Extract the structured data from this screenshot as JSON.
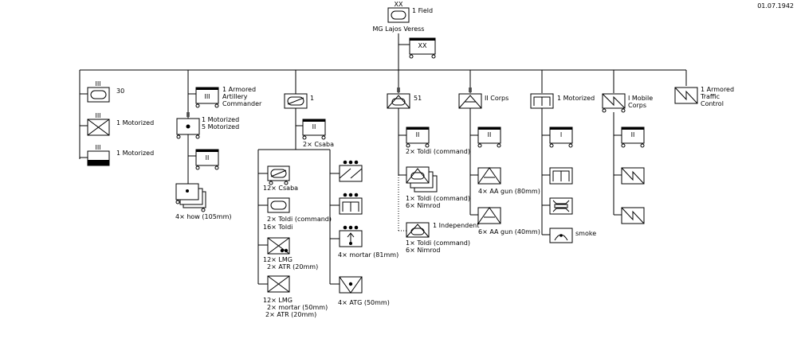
{
  "date": "01.07.1942",
  "hq": {
    "size": "XX",
    "name": "1 Field",
    "commander": "MG  Lajos Veress",
    "staff_size": "XX"
  },
  "col_recon": {
    "size": "III",
    "units": [
      {
        "label": "30"
      },
      {
        "label": "1 Motorized"
      },
      {
        "label": "1 Motorized"
      }
    ]
  },
  "col_artillery": {
    "commander": {
      "size": "III",
      "lines": [
        "1 Armored",
        "Artillery",
        "Commander"
      ]
    },
    "regiment": {
      "size": "II",
      "lines": [
        "1 Motorized",
        "5 Motorized"
      ]
    },
    "hq_size": "II",
    "battery": {
      "label": "4× how (105mm)"
    }
  },
  "col_cavalry": {
    "size": "I",
    "label": "1",
    "hq": {
      "size": "II",
      "label": "2× Csaba"
    },
    "platoons": [
      {
        "lines": [
          "12× Csaba"
        ]
      },
      {
        "lines": [
          "2× Toldi (command)",
          "16× Toldi"
        ]
      },
      {
        "lines": [
          "12× LMG",
          "2× ATR (20mm)"
        ]
      },
      {
        "lines": [
          "12× LMG",
          "2× mortar (50mm)",
          "2× ATR (20mm)"
        ]
      }
    ],
    "support": [
      {
        "lines": []
      },
      {
        "lines": []
      },
      {
        "lines": [
          "4× mortar (81mm)"
        ]
      },
      {
        "lines": [
          "4× ATG (50mm)"
        ]
      }
    ]
  },
  "col_tank": {
    "size": "II",
    "label": "51",
    "hq": {
      "label": "2× Toldi (command)"
    },
    "companies": [
      {
        "lines": [
          "1× Toldi (command)",
          "6× Nimrod"
        ]
      },
      {
        "label": "1 Independent",
        "lines": [
          "1× Toldi (command)",
          "6× Nimrod"
        ]
      }
    ]
  },
  "col_aa": {
    "size": "II",
    "label": "II Corps",
    "units": [
      {
        "lines": [
          "4× AA gun (80mm)"
        ]
      },
      {
        "lines": [
          "6× AA gun (40mm)"
        ]
      }
    ]
  },
  "col_engineer": {
    "size": "I",
    "label": "1 Motorized",
    "units": [
      {
        "label": ""
      },
      {
        "label": ""
      },
      {
        "label": "smoke"
      }
    ]
  },
  "col_signal": {
    "size": "I",
    "lines": [
      "I Mobile",
      "Corps"
    ]
  },
  "col_traffic": {
    "size": "I",
    "lines": [
      "1 Armored",
      "Traffic",
      "Control"
    ]
  }
}
